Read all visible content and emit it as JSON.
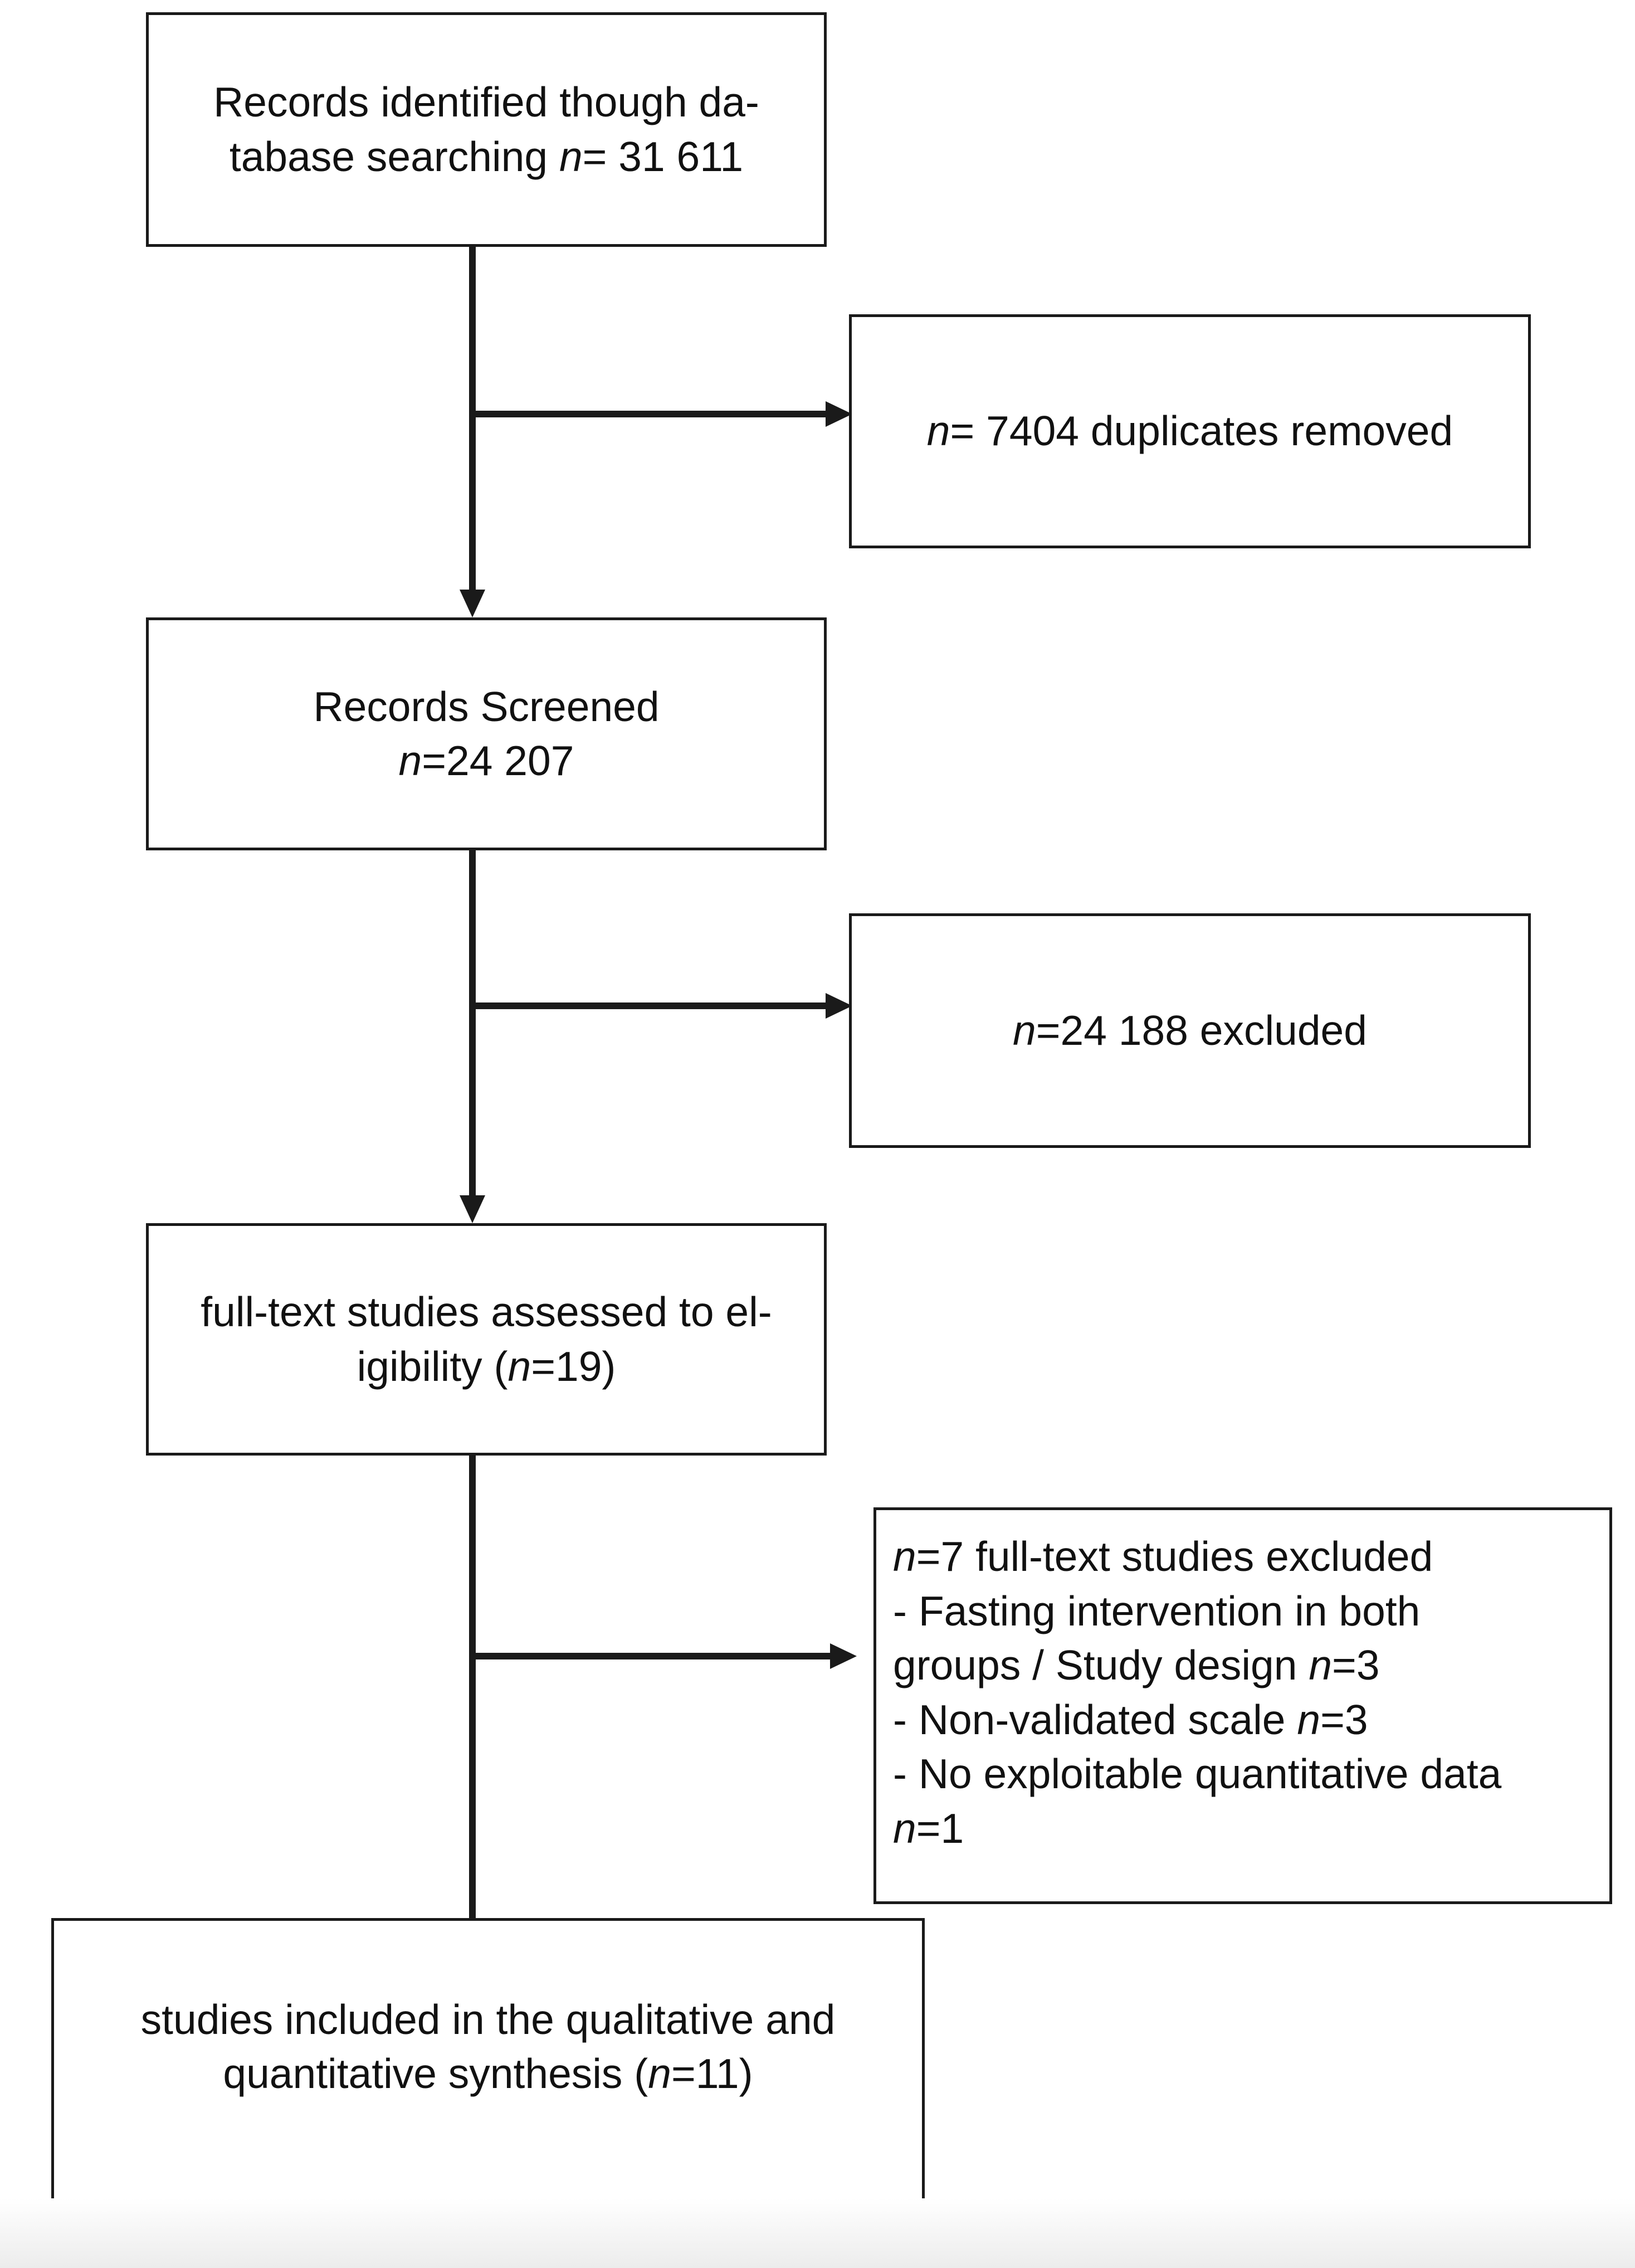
{
  "diagram": {
    "type": "flowchart",
    "variable_symbol": "n",
    "boxes": {
      "identified": {
        "line1": "Records identified though da-",
        "line2_pre": "tabase searching ",
        "line2_post": "= 31 611"
      },
      "duplicates": {
        "text_post": "= 7404 duplicates removed"
      },
      "screened": {
        "line1": "Records Screened",
        "line2_post": "=24 207"
      },
      "excluded_screen": {
        "text_post": "=24 188 excluded"
      },
      "eligibility": {
        "line1": "full-text studies assessed to el-",
        "line2_pre": "igibility (",
        "line2_post": "=19)"
      },
      "excluded_fulltext": {
        "line1_post": "=7 full-text studies excluded",
        "line2": "- Fasting intervention in both",
        "line3_pre": "groups / Study design ",
        "line3_post": "=3",
        "line4_pre": "- Non-validated scale ",
        "line4_post": "=3",
        "line5": "- No exploitable quantitative data",
        "line6_post": "=1"
      },
      "included": {
        "line1": "studies included in the qualitative and",
        "line2_pre": "quantitative synthesis (",
        "line2_post": "=11)"
      }
    }
  }
}
